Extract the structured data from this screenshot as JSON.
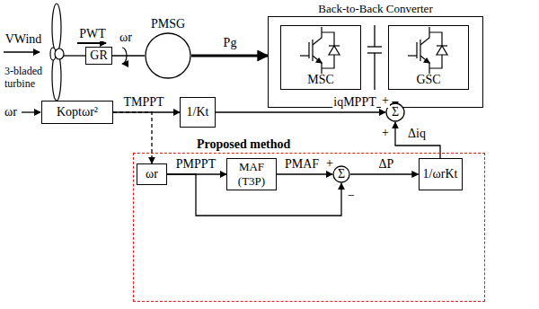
{
  "diagram": {
    "nodes": [
      {
        "text": [
          "GR"
        ]
      },
      {
        "text": [
          "PMSG"
        ]
      },
      {
        "text": [
          "Back-to-Back Converter"
        ]
      },
      {
        "text": [
          "MSC"
        ],
        "in": 2
      },
      {
        "text": [
          "GSC"
        ],
        "in": 2
      },
      {
        "text": [
          "Koptωr²"
        ]
      },
      {
        "text": [
          "1/Kt"
        ]
      },
      {
        "text": [
          "Σ"
        ]
      },
      {
        "text": [
          "Proposed method"
        ]
      },
      {
        "text": [
          "ωr"
        ],
        "in": 8
      },
      {
        "text": [
          "MAF",
          "(T3P)"
        ],
        "in": 8
      },
      {
        "text": [
          "Σ"
        ],
        "in": 8
      },
      {
        "text": [
          "1/ωrKt"
        ],
        "in": 8
      }
    ],
    "edges": [
      {
        "from": 0,
        "to": 1,
        "arrow": "none",
        "label": "ωr"
      },
      {
        "from": 1,
        "to": 2,
        "arrow": "to",
        "label": "Pg"
      },
      {
        "from": 5,
        "to": 6,
        "arrow": "to",
        "label": "TMPPT"
      },
      {
        "from": 6,
        "to": 7,
        "arrow": "to",
        "label": "iqMPPT"
      },
      {
        "from": 7,
        "to": 2,
        "arrow": "to"
      },
      {
        "from": 5,
        "to": 9,
        "arrow": "to"
      },
      {
        "from": 9,
        "to": 10,
        "arrow": "to",
        "label": "PMPPT"
      },
      {
        "from": 10,
        "to": 11,
        "arrow": "to",
        "label": "PMAF"
      },
      {
        "from": 9,
        "to": 11,
        "arrow": "to"
      },
      {
        "from": 11,
        "to": 12,
        "arrow": "to",
        "label": "ΔP"
      },
      {
        "from": 12,
        "to": 7,
        "arrow": "to",
        "label": "Δiq"
      }
    ],
    "labels": [
      "VWind",
      "3-bladed turbine",
      "PWT",
      "ωr",
      "+",
      "+",
      "+",
      "−"
    ]
  }
}
